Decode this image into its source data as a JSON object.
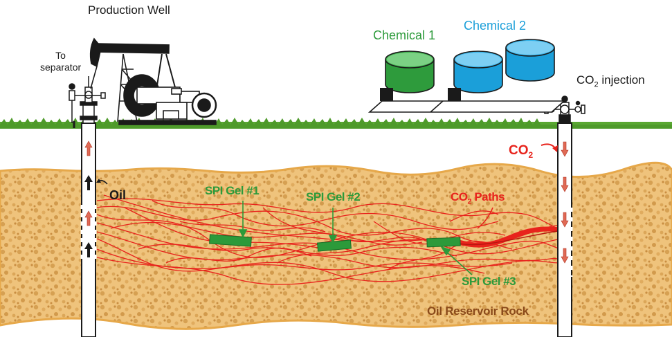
{
  "production_well": {
    "title": "Production Well",
    "outlet_line1": "To",
    "outlet_line2": "separator"
  },
  "tanks": {
    "chemical_1": {
      "label": "Chemical 1",
      "color": "#2e9b3c"
    },
    "chemical_2": {
      "label": "Chemical 2",
      "color": "#1b9fd9"
    }
  },
  "injection_well": {
    "label_prefix": "CO",
    "label_sub": "2",
    "label_suffix": " injection"
  },
  "reservoir": {
    "oil_label": "Oil",
    "gel_labels": [
      "SPI Gel #1",
      "SPI Gel #2",
      "SPI Gel #3"
    ],
    "co2_label_prefix": "CO",
    "co2_label_sub": "2",
    "co2_paths_prefix": "CO",
    "co2_paths_sub": "2",
    "co2_paths_suffix": " Paths",
    "rock_label": "Oil Reservoir Rock",
    "colors": {
      "rock": "#e8b868",
      "gel": "#2c9a3a",
      "paths": "#e8231c",
      "rock_label": "#8a4a1a"
    }
  }
}
